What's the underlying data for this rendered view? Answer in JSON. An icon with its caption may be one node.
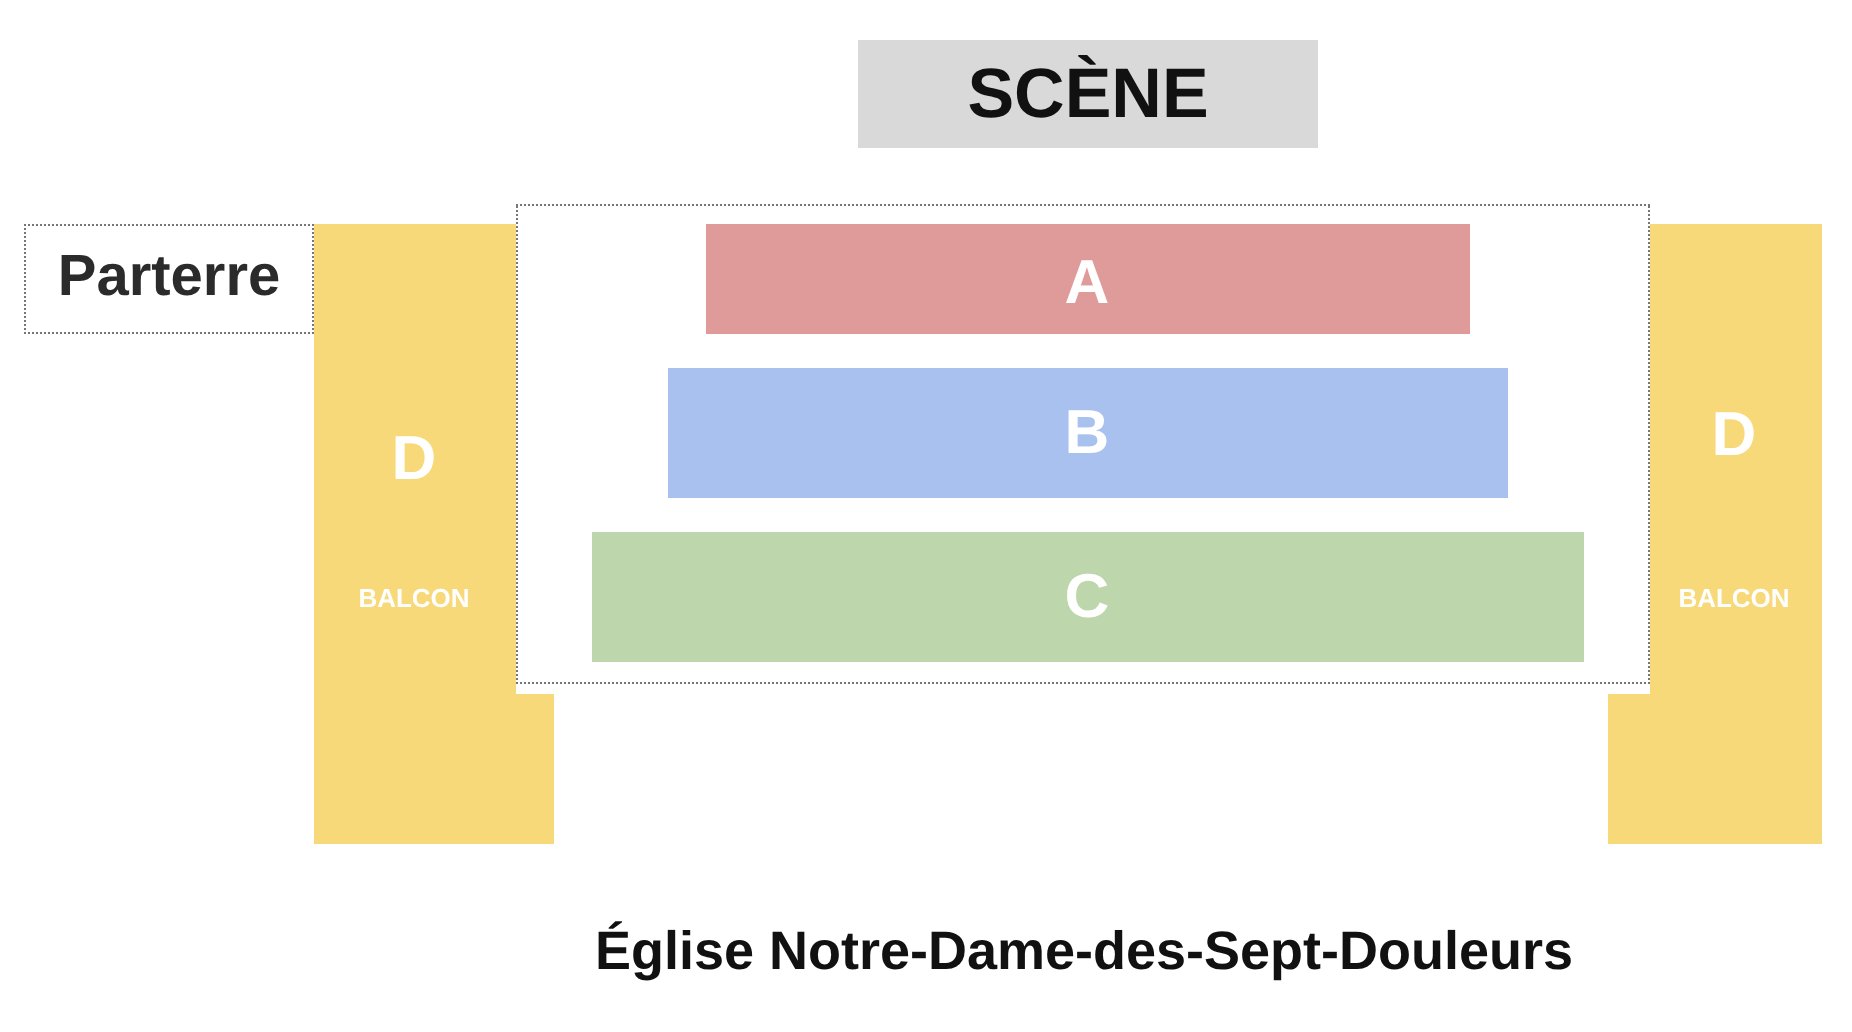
{
  "diagram": {
    "caption": "Église Notre-Dame-des-Sept-Douleurs",
    "nodes": [
      {
        "text": [
          "SCÈNE"
        ]
      },
      {
        "text": [
          "Parterre"
        ]
      },
      {
        "text": [
          "D",
          "BALCON"
        ]
      },
      {
        "text": [],
        "shape": "box"
      },
      {
        "text": [
          "A"
        ],
        "in": 3
      },
      {
        "text": [
          "B"
        ],
        "in": 3
      },
      {
        "text": [
          "C"
        ],
        "in": 3
      },
      {
        "text": [
          "D",
          "BALCON"
        ]
      }
    ]
  }
}
